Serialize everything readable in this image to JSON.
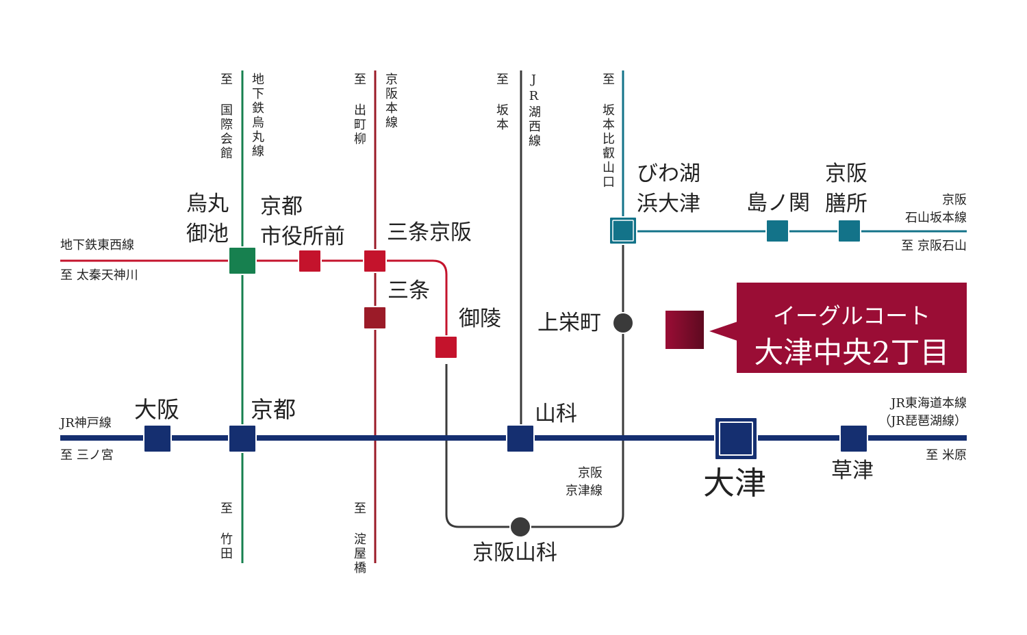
{
  "colors": {
    "tozai": "#c4132c",
    "karasuma": "#17804f",
    "keihan_main": "#9b1b28",
    "kosei": "#3a3a3a",
    "keihan_keishin": "#3a3a3a",
    "ishiyama": "#137389",
    "jr": "#152f70",
    "promo": "#9a0d35"
  },
  "lines": {
    "tozai_name": "地下鉄東西線",
    "tozai_west": "至 太秦天神川",
    "karasuma_name": "地下鉄烏丸線",
    "karasuma_north": "至 国際会館",
    "karasuma_south": "至 竹田",
    "keihan_main_name": "京阪本線",
    "keihan_main_north": "至 出町柳",
    "keihan_main_south": "至 淀屋橋",
    "kosei_name": "JR湖西線",
    "kosei_north": "至 坂本",
    "ishiyama_north": "至 坂本比叡山口",
    "ishiyama_name": "京阪\n石山坂本線",
    "ishiyama_south": "至 京阪石山",
    "keishin_name": "京阪\n京津線",
    "jr_west_name": "JR神戸線",
    "jr_west": "至 三ノ宮",
    "jr_east_name": "JR東海道本線\n（JR琵琶湖線）",
    "jr_east": "至 米原"
  },
  "stations": {
    "karasuma_oike": "烏丸\n御池",
    "shiyakusho": "京都\n市役所前",
    "sanjo_keihan": "三条京阪",
    "sanjo": "三条",
    "misasagi": "御陵",
    "kamisakaemachi": "上栄町",
    "biwako_hamaotsu": "びわ湖\n浜大津",
    "shimanoseki": "島ノ関",
    "keihan_zeze": "京阪\n膳所",
    "osaka": "大阪",
    "kyoto": "京都",
    "yamashina": "山科",
    "otsu": "大津",
    "kusatsu": "草津",
    "keihan_yamashina": "京阪山科"
  },
  "promo": {
    "line1": "イーグルコート",
    "line2": "大津中央2丁目"
  }
}
